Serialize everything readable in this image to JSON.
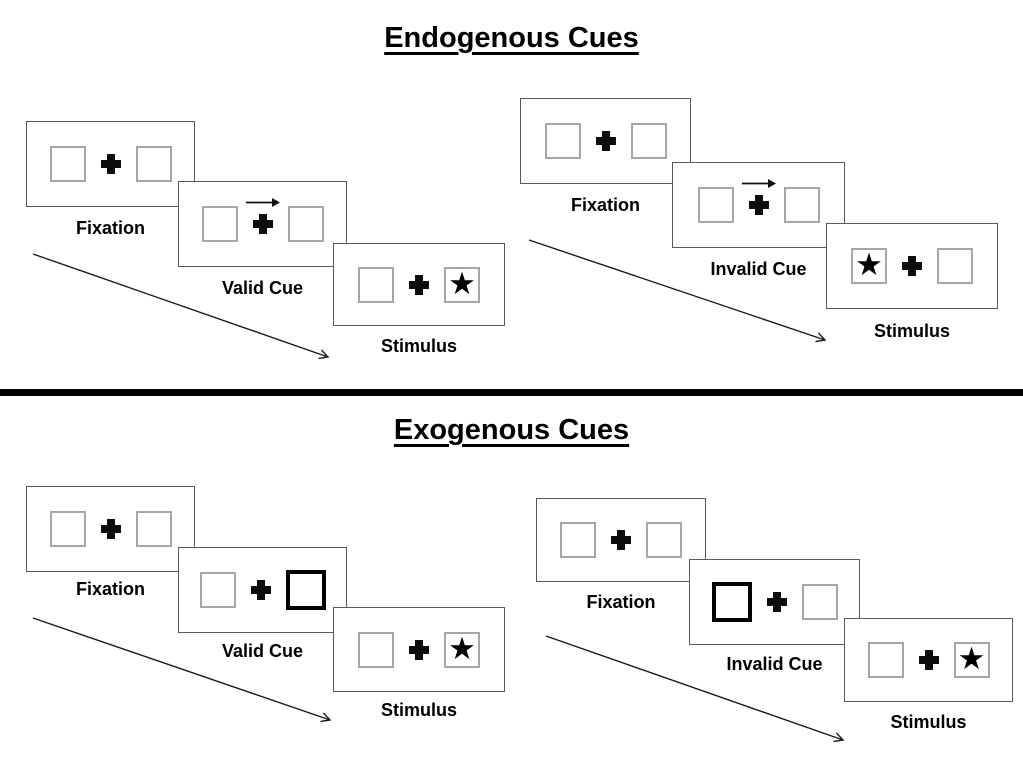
{
  "slide": {
    "sections": [
      {
        "title": "Endogenous Cues",
        "groups": [
          {
            "panels": [
              {
                "label": "Fixation",
                "type": "fixation"
              },
              {
                "label": "Valid Cue",
                "type": "arrow-cue",
                "arrow_direction": "right"
              },
              {
                "label": "Stimulus",
                "type": "stimulus",
                "star_position": "right"
              }
            ]
          },
          {
            "panels": [
              {
                "label": "Fixation",
                "type": "fixation"
              },
              {
                "label": "Invalid Cue",
                "type": "arrow-cue",
                "arrow_direction": "right"
              },
              {
                "label": "Stimulus",
                "type": "stimulus",
                "star_position": "left"
              }
            ]
          }
        ]
      },
      {
        "title": "Exogenous Cues",
        "groups": [
          {
            "panels": [
              {
                "label": "Fixation",
                "type": "fixation"
              },
              {
                "label": "Valid Cue",
                "type": "box-cue",
                "highlighted_box": "right"
              },
              {
                "label": "Stimulus",
                "type": "stimulus",
                "star_position": "right"
              }
            ]
          },
          {
            "panels": [
              {
                "label": "Fixation",
                "type": "fixation"
              },
              {
                "label": "Invalid Cue",
                "type": "box-cue",
                "highlighted_box": "left"
              },
              {
                "label": "Stimulus",
                "type": "stimulus",
                "star_position": "right"
              }
            ]
          }
        ]
      }
    ]
  },
  "glyphs": {
    "star": "★"
  },
  "colors": {
    "background": "#ffffff",
    "ink": "#000000",
    "panel_border": "#595959",
    "box_border": "#a6a6a6"
  }
}
